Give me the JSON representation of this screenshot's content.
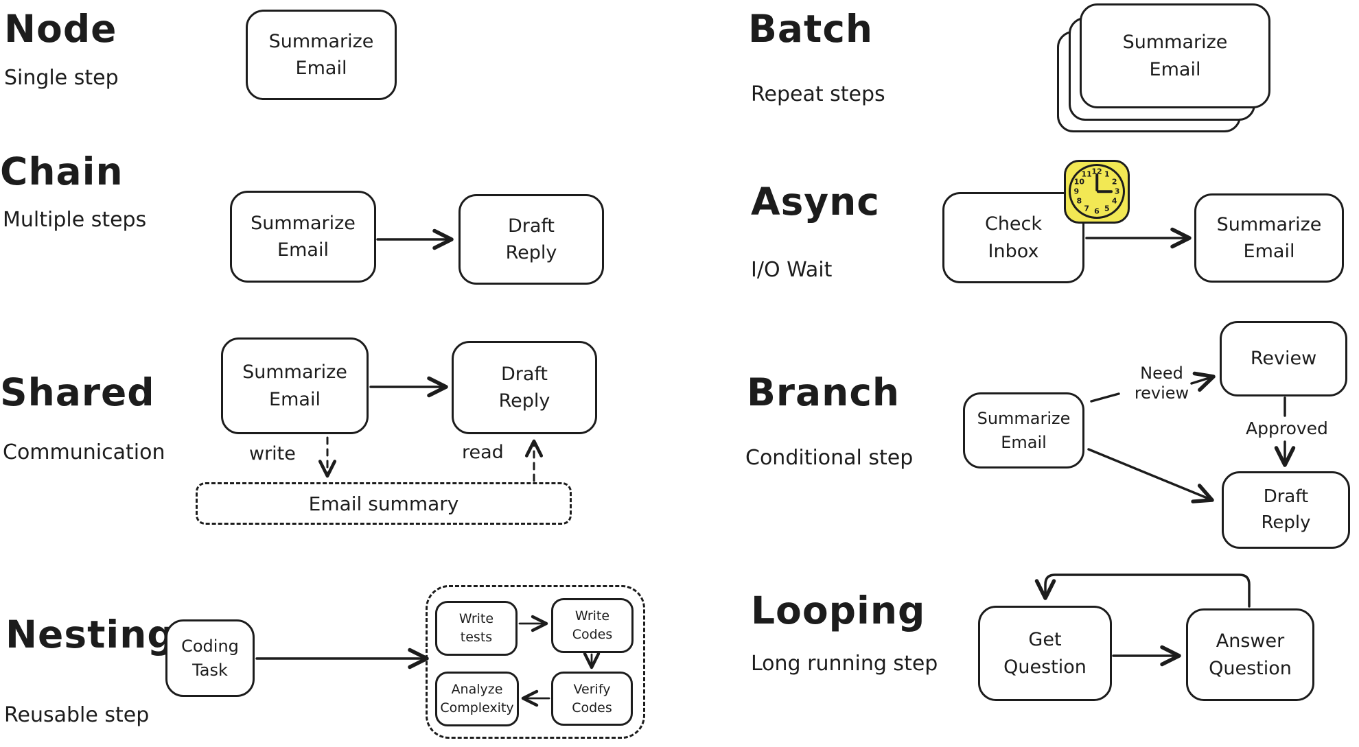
{
  "colors": {
    "ink": "#1c1c1c",
    "clock_fill": "#F2E854",
    "background": "#ffffff"
  },
  "sections": {
    "node": {
      "title": "Node",
      "subtitle": "Single step",
      "step": "Summarize\nEmail"
    },
    "chain": {
      "title": "Chain",
      "subtitle": "Multiple steps",
      "step1": "Summarize\nEmail",
      "step2": "Draft\nReply"
    },
    "shared": {
      "title": "Shared",
      "subtitle": "Communication",
      "step1": "Summarize\nEmail",
      "step2": "Draft\nReply",
      "write_label": "write",
      "read_label": "read",
      "store": "Email summary"
    },
    "nesting": {
      "title": "Nesting",
      "subtitle": "Reusable step",
      "step": "Coding\nTask",
      "inner_steps": {
        "write_tests": "Write\ntests",
        "write_codes": "Write\nCodes",
        "analyze_complexity": "Analyze\nComplexity",
        "verify_codes": "Verify\nCodes"
      }
    },
    "batch": {
      "title": "Batch",
      "subtitle": "Repeat steps",
      "step": "Summarize\nEmail"
    },
    "async": {
      "title": "Async",
      "subtitle": "I/O Wait",
      "step1": "Check\nInbox",
      "step2": "Summarize\nEmail",
      "clock_numbers": [
        "12",
        "1",
        "2",
        "3",
        "4",
        "5",
        "6",
        "7",
        "8",
        "9",
        "10",
        "11"
      ]
    },
    "branch": {
      "title": "Branch",
      "subtitle": "Conditional step",
      "step1": "Summarize\nEmail",
      "review_step": "Review",
      "draft_step": "Draft\nReply",
      "need_review_label": "Need\nreview",
      "approved_label": "Approved"
    },
    "looping": {
      "title": "Looping",
      "subtitle": "Long running step",
      "step1": "Get\nQuestion",
      "step2": "Answer\nQuestion"
    }
  }
}
